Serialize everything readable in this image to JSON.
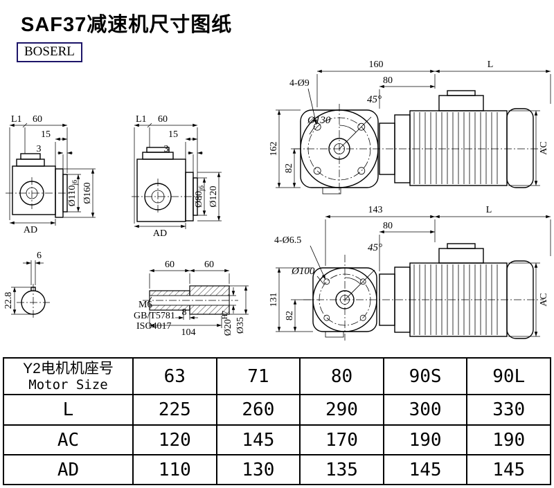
{
  "page": {
    "title": "SAF37减速机尺寸图纸",
    "brand": "BOSERL",
    "accent_color": "#1c1468",
    "line_color": "#000000"
  },
  "views": {
    "side_small": {
      "L1": "L1",
      "d60": "60",
      "d15": "15",
      "d3": "3",
      "dia_spigot": "Ø110",
      "dia_spigot_fit": "j6",
      "dia_flange": "Ø160",
      "AD": "AD"
    },
    "side_large": {
      "L1": "L1",
      "d60": "60",
      "d15": "15",
      "d3": "3",
      "dia_spigot": "Ø80",
      "dia_spigot_fit": "j6",
      "dia_flange": "Ø120",
      "AD": "AD"
    },
    "front_top": {
      "w160": "160",
      "L": "L",
      "holes": "4-Ø9",
      "d80": "80",
      "angle": "45°",
      "dia": "Ø130",
      "h162": "162",
      "h82": "82",
      "AC": "AC"
    },
    "front_bottom": {
      "w143": "143",
      "L": "L",
      "holes": "4-Ø6.5",
      "d80": "80",
      "angle": "45°",
      "dia": "Ø100",
      "h131": "131",
      "h82": "82",
      "AC": "AC"
    },
    "shaft_end": {
      "key_w": "6",
      "key_h": "22.8"
    },
    "shaft_detail": {
      "d60a": "60",
      "d60b": "60",
      "thread": "M6",
      "std1": "GB/T5781",
      "std2": "ISO4017",
      "d8": "8",
      "d104": "104",
      "bore": "Ø20",
      "bore_fit": "H7",
      "dia35": "Ø35"
    }
  },
  "table": {
    "header_cn": "Y2电机机座号",
    "header_en": "Motor Size",
    "sizes": [
      "63",
      "71",
      "80",
      "90S",
      "90L"
    ],
    "rows": [
      {
        "label": "L",
        "values": [
          "225",
          "260",
          "290",
          "300",
          "330"
        ]
      },
      {
        "label": "AC",
        "values": [
          "120",
          "145",
          "170",
          "190",
          "190"
        ]
      },
      {
        "label": "AD",
        "values": [
          "110",
          "130",
          "135",
          "145",
          "145"
        ]
      }
    ]
  }
}
